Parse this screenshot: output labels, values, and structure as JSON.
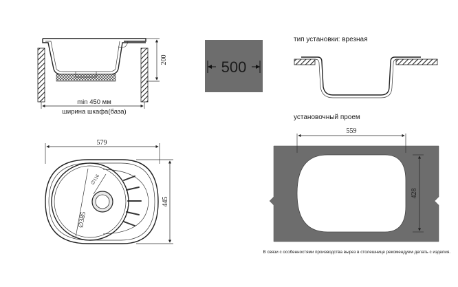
{
  "side_view": {
    "height_label": "200",
    "min_width_label": "min 450 мм",
    "cabinet_label": "ширина шкафа(база)"
  },
  "cabinet_badge": {
    "value": "500",
    "background_color": "#6d6d6d"
  },
  "install_type": {
    "title": "тип установки: врезная"
  },
  "cutout": {
    "title": "установочный проем",
    "width_label": "559",
    "height_label": "428",
    "countertop_color": "#6d6d6d"
  },
  "top_view": {
    "width_label": "579",
    "height_label": "445",
    "bowl_diameter_label": "∅385",
    "drain_diameter_label": "∅116"
  },
  "footnote": "В связи с особенностями производства вырез в столешнице рекомендуем делать с изделия."
}
